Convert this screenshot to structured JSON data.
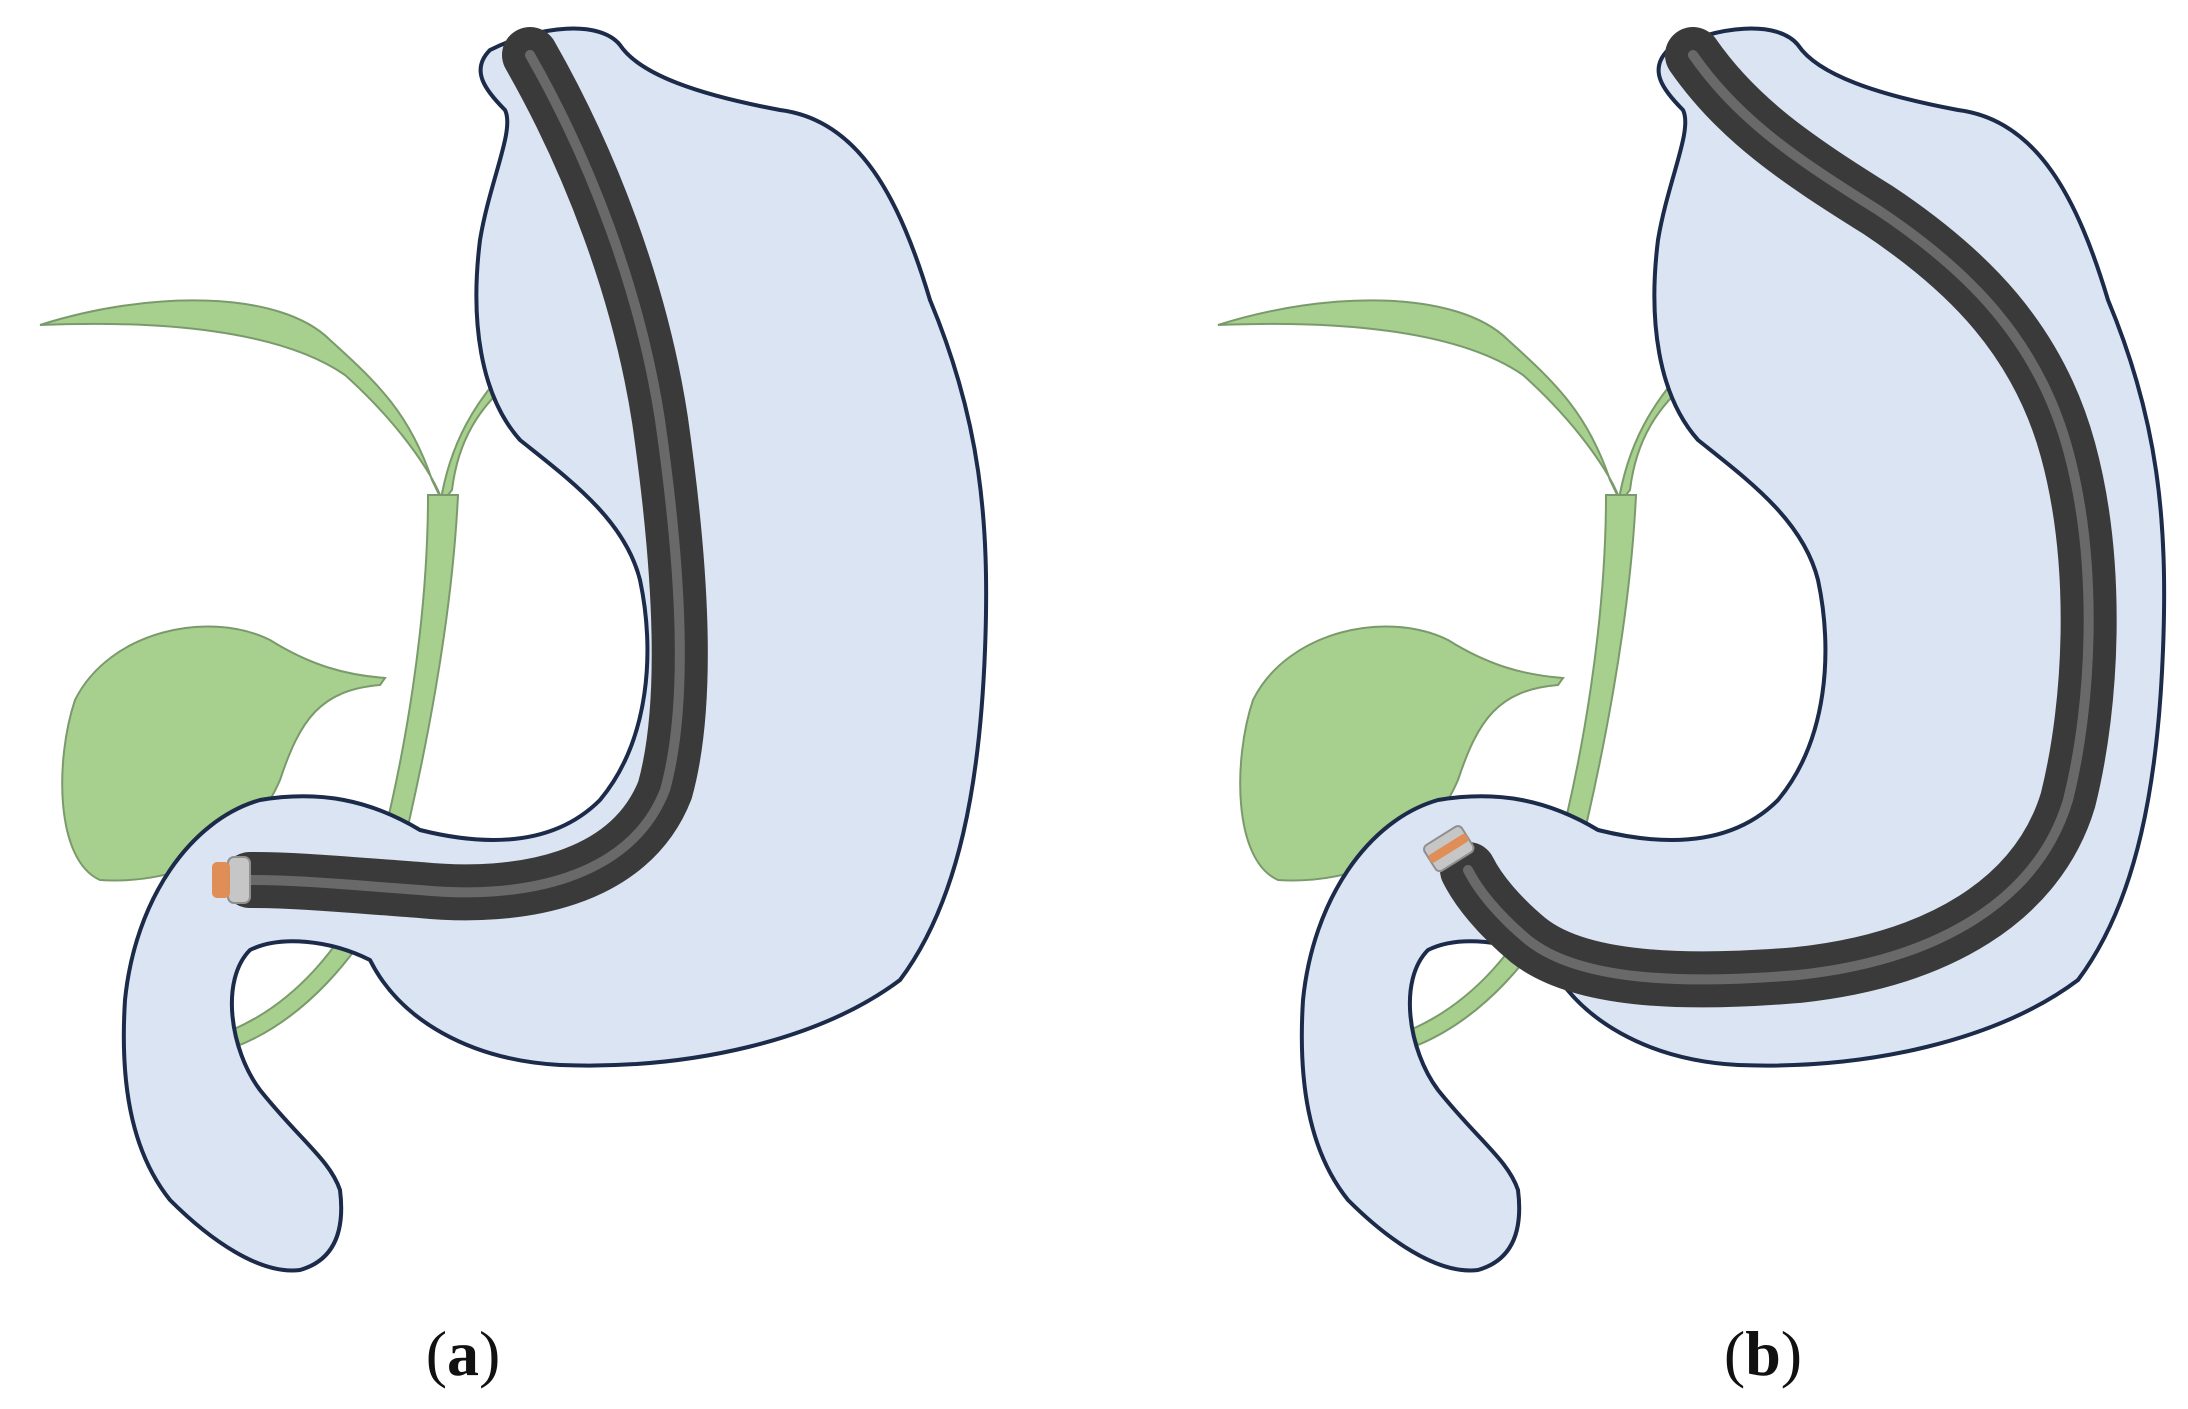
{
  "panels": [
    {
      "id": "a",
      "caption_open": "(",
      "caption_letter": "a",
      "caption_close": ")"
    },
    {
      "id": "b",
      "caption_open": "(",
      "caption_letter": "b",
      "caption_close": ")"
    }
  ],
  "colors": {
    "stomach_fill": "#dbe4f3",
    "stomach_stroke": "#1c2b4a",
    "biliary_fill": "#a7d08f",
    "biliary_stroke": "#7a9a6b",
    "scope_body": "#3a3a3a",
    "scope_highlight": "#6f6f6f",
    "scope_cap": "#c6c6c6",
    "scope_band": "#e08e58"
  }
}
